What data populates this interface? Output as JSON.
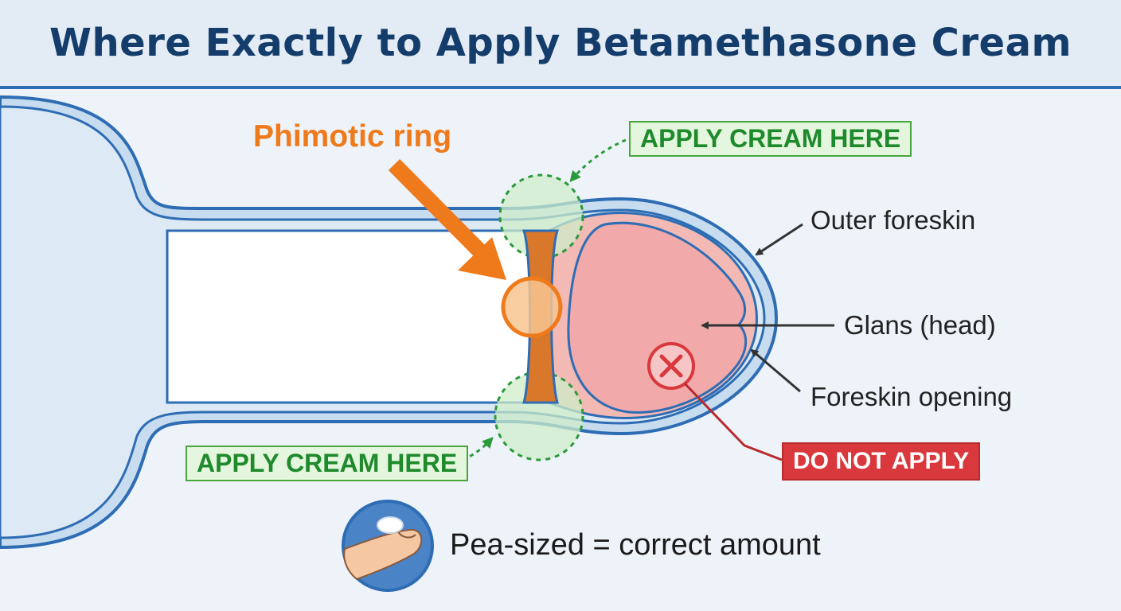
{
  "title": "Where Exactly to Apply Betamethasone Cream",
  "labels": {
    "phimotic_ring": "Phimotic ring",
    "apply_top": "APPLY CREAM HERE",
    "apply_bottom": "APPLY CREAM HERE",
    "outer_foreskin": "Outer foreskin",
    "glans": "Glans (head)",
    "foreskin_opening": "Foreskin opening",
    "do_not_apply": "DO NOT APPLY",
    "amount": "Pea-sized = correct amount"
  },
  "icons": {
    "cross": "x-icon",
    "finger": "fingertip-cream-icon"
  },
  "colors": {
    "title": "#143d6b",
    "outline": "#2e6db4",
    "ring": "#ee7a1c",
    "apply": "#1f8a2c",
    "warning": "#d9383c",
    "glans": "#f1a9a9"
  }
}
